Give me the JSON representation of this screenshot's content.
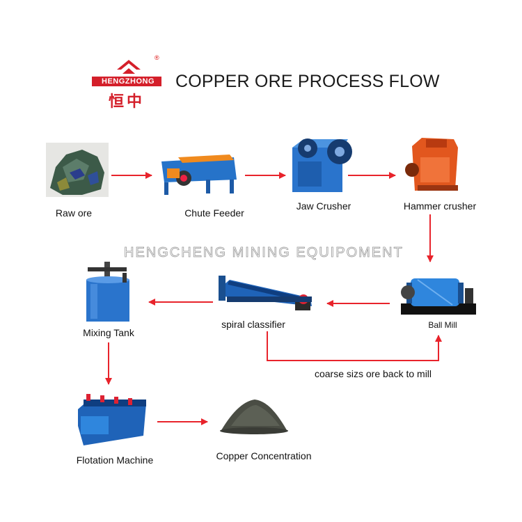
{
  "brand": {
    "logo_text": "HENGZHONG",
    "logo_chinese": "恒中",
    "registered_mark": "®"
  },
  "title": "COPPER ORE PROCESS FLOW",
  "watermark": "HENGCHENG MINING EQUIPOMENT",
  "steps": {
    "raw_ore": "Raw ore",
    "chute_feeder": "Chute Feeder",
    "jaw_crusher": "Jaw Crusher",
    "hammer_crusher": "Hammer crusher",
    "ball_mill": "Ball Mill",
    "spiral_classifier": "spiral classifier",
    "mixing_tank": "Mixing Tank",
    "flotation_machine": "Flotation Machine",
    "copper_concentration": "Copper Concentration"
  },
  "return_loop_label": "coarse sizs ore back to mill",
  "colors": {
    "arrow": "#e8232b",
    "machine_blue": "#1f63b8",
    "machine_orange": "#e2571e",
    "logo_red": "#d41f2a"
  },
  "icons": [
    "raw-ore-rock",
    "chute-feeder-machine",
    "jaw-crusher-machine",
    "hammer-crusher-machine",
    "ball-mill-machine",
    "spiral-classifier-machine",
    "mixing-tank-machine",
    "flotation-machine",
    "copper-concentrate-pile"
  ]
}
